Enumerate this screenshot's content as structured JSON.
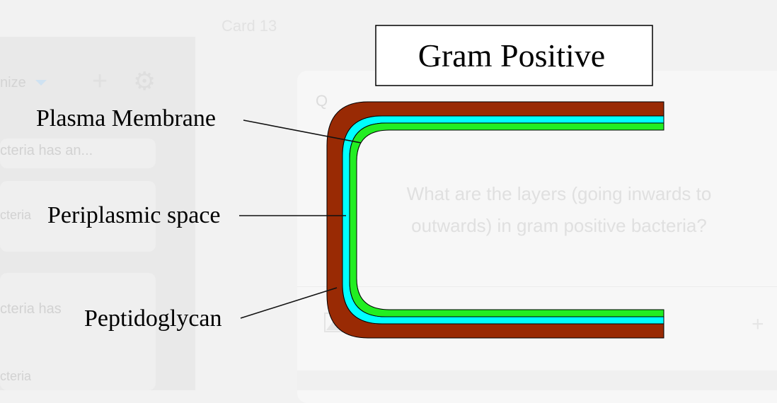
{
  "app": {
    "card_title": "Card 13",
    "sidebar": {
      "organize_label": "nize",
      "items": [
        {
          "text": "cteria has an..."
        },
        {
          "text": "cteria"
        },
        {
          "text": "cteria has"
        },
        {
          "text": "cteria"
        }
      ]
    },
    "card_panel": {
      "q_label": "Q",
      "question_line1": "What are the layers (going inwards to",
      "question_line2": "outwards) in gram positive bacteria?"
    }
  },
  "diagram": {
    "title": "Gram Positive",
    "labels": {
      "plasma_membrane": "Plasma Membrane",
      "periplasmic_space": "Periplasmic space",
      "peptidoglycan": "Peptidoglycan"
    },
    "colors": {
      "peptidoglycan": "#992a04",
      "periplasmic_space": "#00ffff",
      "plasma_membrane": "#22ee22",
      "outline": "#000000",
      "leader_line": "#111111"
    }
  }
}
